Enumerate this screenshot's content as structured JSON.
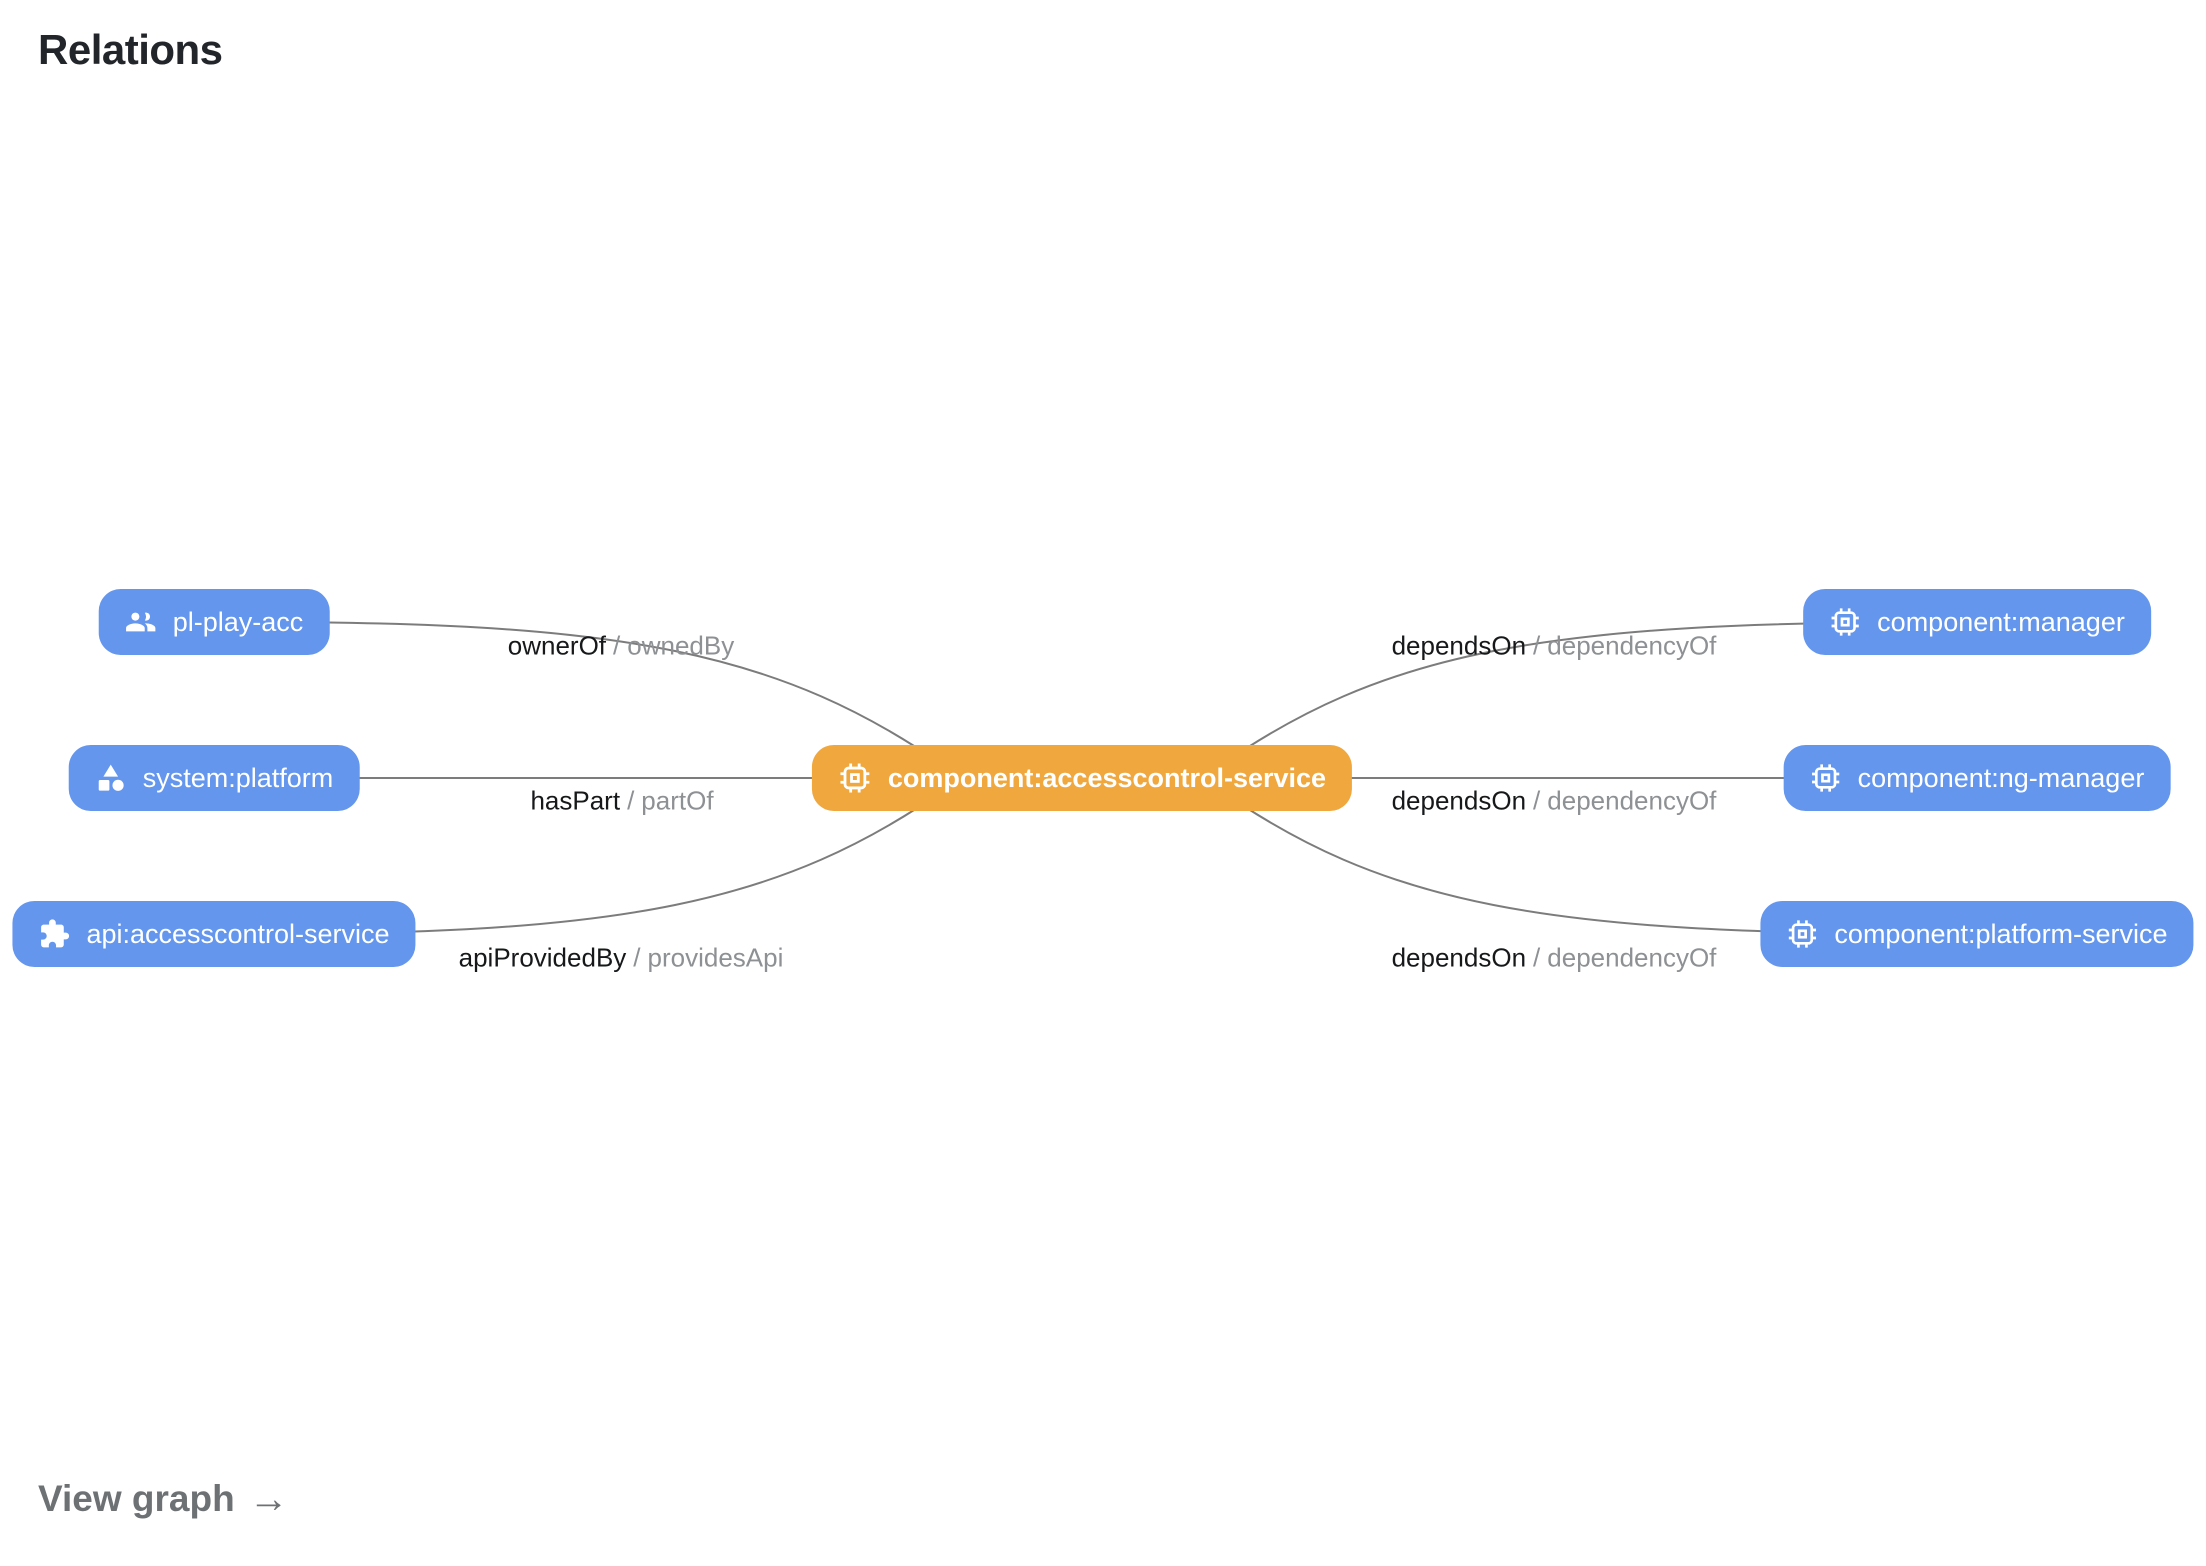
{
  "page": {
    "title": "Relations",
    "view_graph_label": "View graph",
    "view_graph_arrow": "→"
  },
  "colors": {
    "node_blue": "#6496ee",
    "node_orange": "#efa73e",
    "edge_line": "#7c7c7c",
    "label_primary": "#16181a",
    "label_secondary": "#8e9194",
    "title_text": "#22262b",
    "view_graph_text": "#6e7174"
  },
  "graph": {
    "center_node": {
      "label": "component:accesscontrol-service",
      "icon": "chip-icon",
      "color": "orange"
    },
    "left_nodes": [
      {
        "label": "pl-play-acc",
        "icon": "group-icon",
        "color": "blue"
      },
      {
        "label": "system:platform",
        "icon": "shapes-icon",
        "color": "blue"
      },
      {
        "label": "api:accesscontrol-service",
        "icon": "puzzle-icon",
        "color": "blue"
      }
    ],
    "right_nodes": [
      {
        "label": "component:manager",
        "icon": "chip-icon",
        "color": "blue"
      },
      {
        "label": "component:ng-manager",
        "icon": "chip-icon",
        "color": "blue"
      },
      {
        "label": "component:platform-service",
        "icon": "chip-icon",
        "color": "blue"
      }
    ],
    "left_edges": [
      {
        "forward": "ownerOf",
        "separator": "/",
        "reverse": "ownedBy"
      },
      {
        "forward": "hasPart",
        "separator": "/",
        "reverse": "partOf"
      },
      {
        "forward": "apiProvidedBy",
        "separator": "/",
        "reverse": "providesApi"
      }
    ],
    "right_edges": [
      {
        "forward": "dependsOn",
        "separator": "/",
        "reverse": "dependencyOf"
      },
      {
        "forward": "dependsOn",
        "separator": "/",
        "reverse": "dependencyOf"
      },
      {
        "forward": "dependsOn",
        "separator": "/",
        "reverse": "dependencyOf"
      }
    ]
  }
}
